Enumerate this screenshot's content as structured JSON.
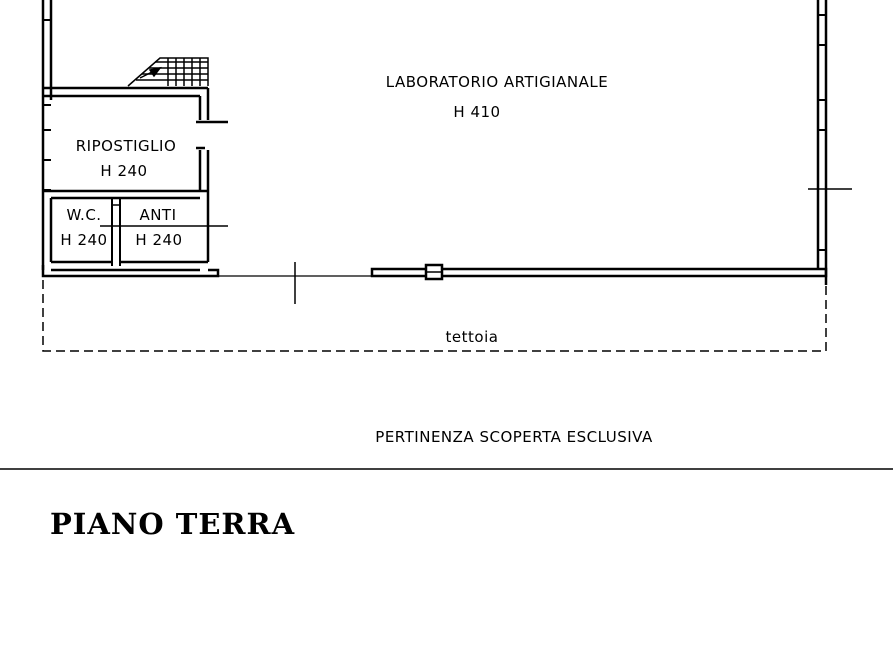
{
  "rooms": {
    "laboratorio": {
      "name": "LABORATORIO ARTIGIANALE",
      "height": "H 410"
    },
    "ripostiglio": {
      "name": "RIPOSTIGLIO",
      "height": "H 240"
    },
    "wc": {
      "name": "W.C.",
      "height": "H 240"
    },
    "anti": {
      "name": "ANTI",
      "height": "H 240"
    }
  },
  "tettoia": "tettoia",
  "pertinenza": "PERTINENZA SCOPERTA ESCLUSIVA",
  "floor_title": "PIANO TERRA"
}
